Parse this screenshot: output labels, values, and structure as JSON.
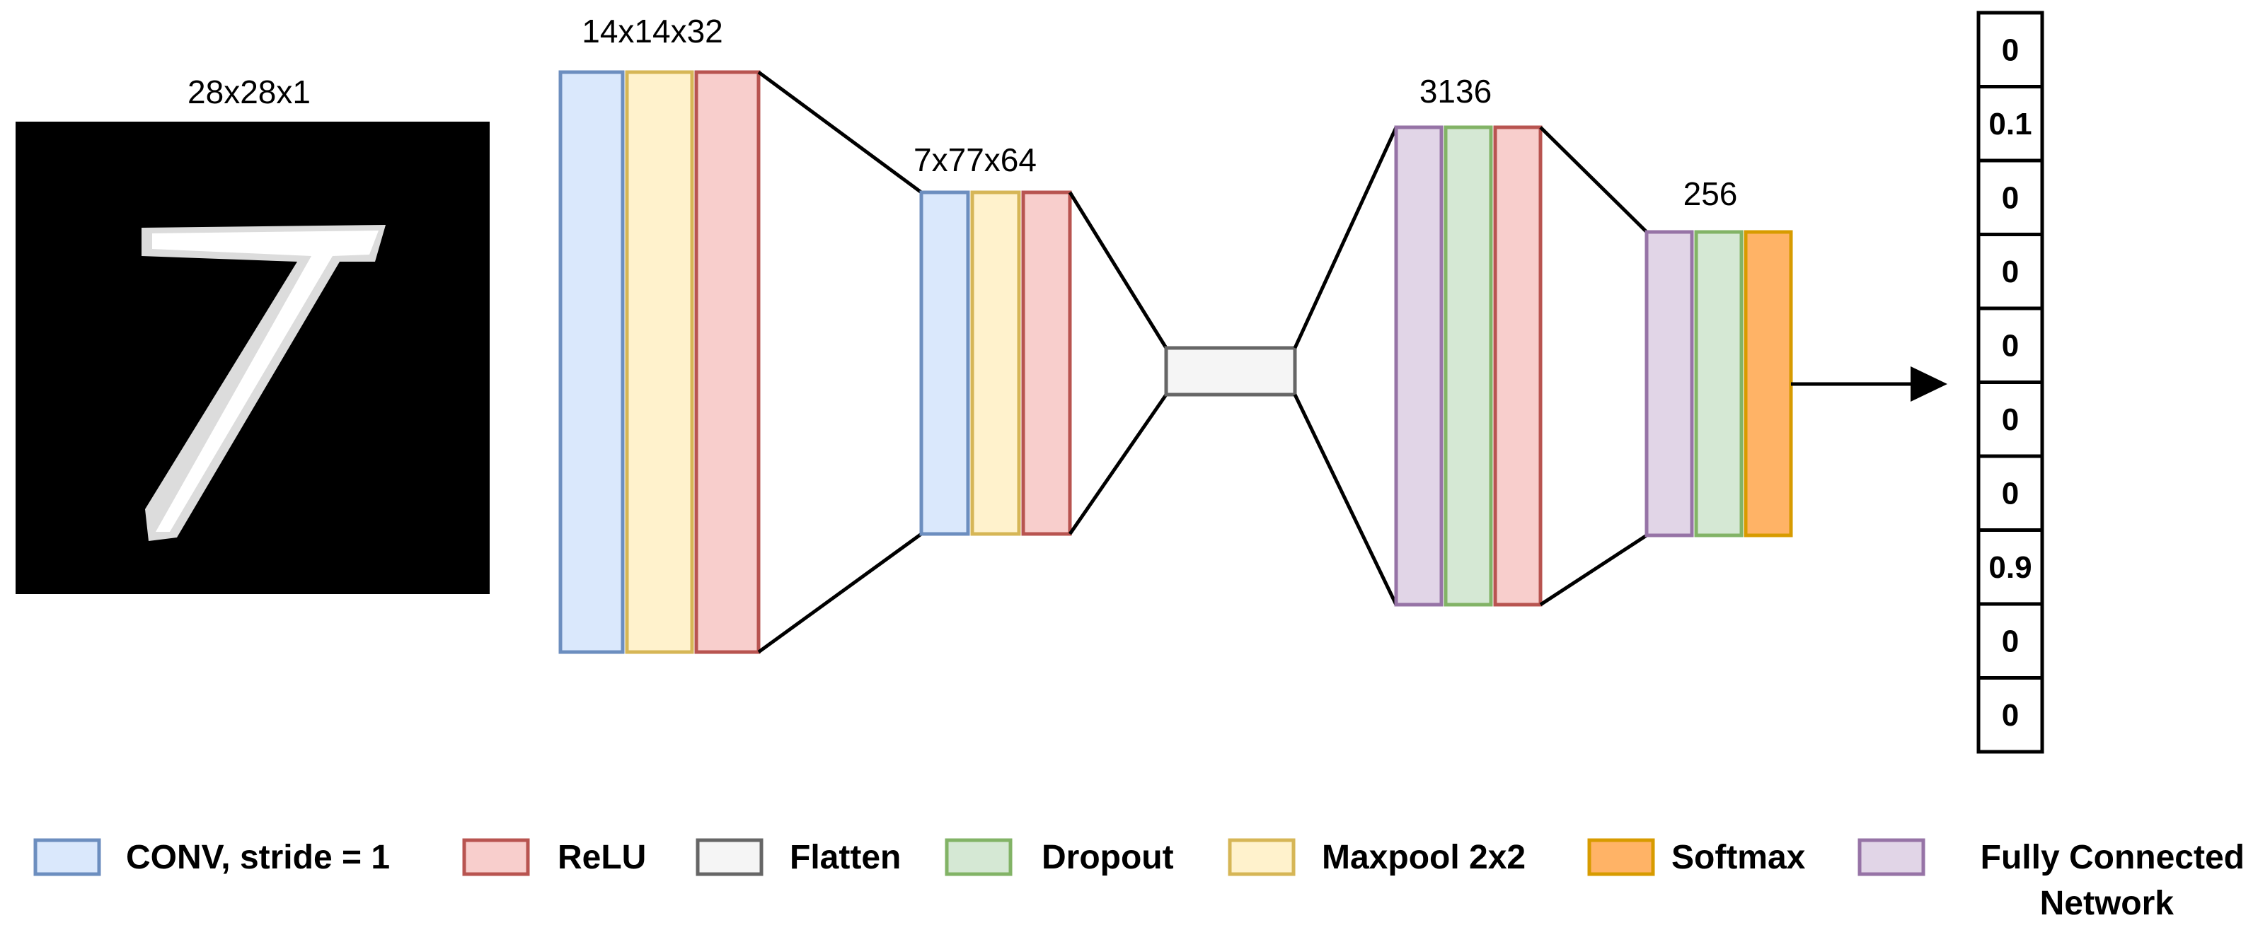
{
  "input": {
    "size_label": "28x28x1",
    "digit": "7"
  },
  "block1": {
    "size_label": "14x14x32"
  },
  "block2": {
    "size_label": "7x77x64"
  },
  "fc1": {
    "size_label": "3136"
  },
  "fc2": {
    "size_label": "256"
  },
  "output": {
    "values": [
      "0",
      "0.1",
      "0",
      "0",
      "0",
      "0",
      "0",
      "0.9",
      "0",
      "0"
    ]
  },
  "legend": {
    "conv": "CONV, stride = 1",
    "relu": "ReLU",
    "flatten": "Flatten",
    "dropout": "Dropout",
    "maxpool": "Maxpool 2x2",
    "softmax": "Softmax",
    "fc_line1": "Fully Connected",
    "fc_line2": "Network"
  },
  "colors": {
    "conv_fill": "#dae8fc",
    "conv_stroke": "#6c8ebf",
    "maxpool_fill": "#fff2cc",
    "maxpool_stroke": "#d6b656",
    "relu_fill": "#f8cecc",
    "relu_stroke": "#b85450",
    "flatten_fill": "#f5f5f5",
    "flatten_stroke": "#666666",
    "dropout_fill": "#d5e8d4",
    "dropout_stroke": "#82b366",
    "softmax_fill": "#ffb366",
    "softmax_stroke": "#d79b00",
    "fc_fill": "#e1d5e7",
    "fc_stroke": "#9673a6"
  }
}
